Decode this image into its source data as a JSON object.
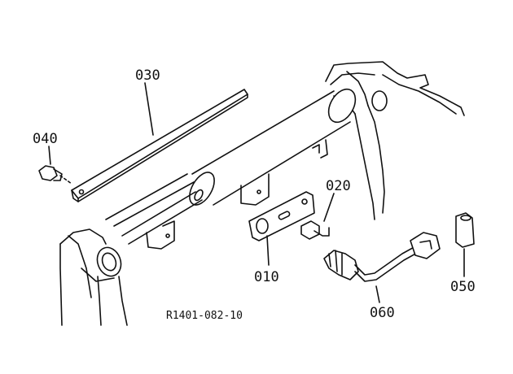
{
  "diagram": {
    "part_labels": {
      "p030": "030",
      "p040": "040",
      "p020": "020",
      "p010": "010",
      "p060": "060",
      "p050": "050"
    },
    "reference_code": "R1401-082-10"
  }
}
